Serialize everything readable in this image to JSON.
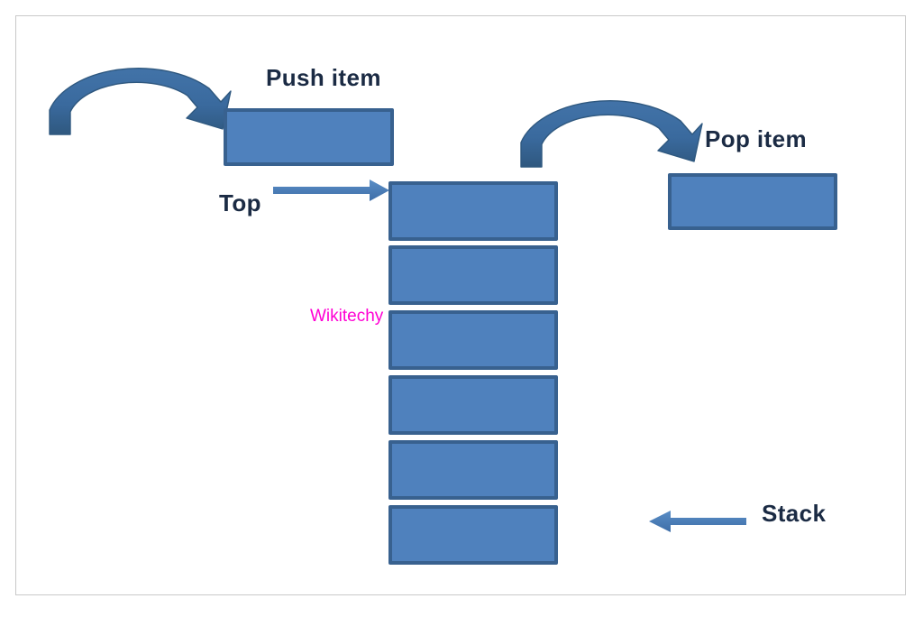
{
  "diagram": {
    "title": "Stack operations (push / pop) diagram",
    "watermark": "Wikitechy",
    "colors": {
      "box_fill": "#4f81bd",
      "box_border": "#38618f",
      "curved_arrow": "#3a6a9e",
      "thin_arrow": "#4a7ebb",
      "label_text": "#1b2b44",
      "watermark_text": "#ff00d4",
      "frame_border": "#c9c9c9",
      "background": "#ffffff"
    },
    "labels": {
      "push": "Push item",
      "pop": "Pop item",
      "top": "Top",
      "stack": "Stack"
    },
    "push_item": {
      "label": "Push item",
      "box_index": 0
    },
    "pop_item": {
      "label": "Pop item",
      "box_index": 0
    },
    "stack": {
      "label": "Stack",
      "cell_count": 6,
      "cells": [
        {
          "index": 0,
          "name": "stack-cell-top"
        },
        {
          "index": 1,
          "name": "stack-cell-2"
        },
        {
          "index": 2,
          "name": "stack-cell-3"
        },
        {
          "index": 3,
          "name": "stack-cell-4"
        },
        {
          "index": 4,
          "name": "stack-cell-5"
        },
        {
          "index": 5,
          "name": "stack-cell-bottom"
        }
      ]
    },
    "pointers": {
      "top_pointer": {
        "label": "Top",
        "points_to": "stack-cell-top",
        "direction": "right"
      },
      "stack_pointer": {
        "label": "Stack",
        "points_to": "stack-column",
        "direction": "left"
      }
    },
    "operations": [
      {
        "name": "push",
        "label": "Push item",
        "arrow": "curved-arrow-push",
        "direction": "into-stack"
      },
      {
        "name": "pop",
        "label": "Pop item",
        "arrow": "curved-arrow-pop",
        "direction": "out-of-stack"
      }
    ]
  }
}
